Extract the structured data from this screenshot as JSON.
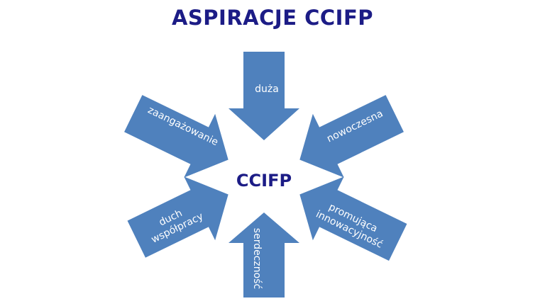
{
  "title": "ASPIRACJE CCIFP",
  "center_label": "CCIFP",
  "arrows": [
    {
      "label": "duża"
    },
    {
      "label": "nowoczesna"
    },
    {
      "label_lines": [
        "promująca",
        "innowacyjność"
      ]
    },
    {
      "label": "serdeczność"
    },
    {
      "label_lines": [
        "duch",
        "współpracy"
      ]
    },
    {
      "label": "zaangażowanie"
    }
  ],
  "colors": {
    "arrow": "#4f81bd",
    "title": "#1c1c86"
  }
}
